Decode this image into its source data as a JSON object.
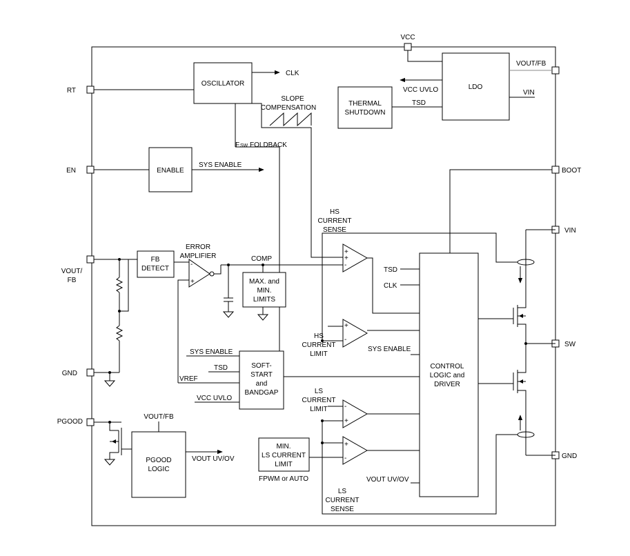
{
  "pins": {
    "vcc": "VCC",
    "rt": "RT",
    "en": "EN",
    "vout_fb": [
      "VOUT/",
      "FB"
    ],
    "gnd_left": "GND",
    "pgood": "PGOOD",
    "vout_fb_right": "VOUT/FB",
    "boot": "BOOT",
    "vin": "VIN",
    "sw": "SW",
    "gnd_right": "GND"
  },
  "blocks": {
    "oscillator": "OSCILLATOR",
    "ldo": "LDO",
    "thermal": [
      "THERMAL",
      "SHUTDOWN"
    ],
    "enable": "ENABLE",
    "fb_detect": [
      "FB",
      "DETECT"
    ],
    "limits": [
      "MAX. and",
      "MIN.",
      "LIMITS"
    ],
    "soft_start": [
      "SOFT-",
      "START",
      "and",
      "BANDGAP"
    ],
    "control": [
      "CONTROL",
      "LOGIC and",
      "DRIVER"
    ],
    "pgood_logic": [
      "PGOOD",
      "LOGIC"
    ],
    "min_ls": [
      "MIN.",
      "LS CURRENT",
      "LIMIT"
    ]
  },
  "labels": {
    "clk_out": "CLK",
    "slope": [
      "SLOPE",
      "COMPENSATION"
    ],
    "vcc_uvlo_ldo": "VCC UVLO",
    "tsd_ldo": "TSD",
    "vin_ldo": "VIN",
    "fsw_foldback_sub": "SW",
    "fsw_foldback": "FOLDBACK",
    "fsw_foldback_f": "F",
    "sys_enable_top": "SYS ENABLE",
    "hs_current_sense": [
      "HS",
      "CURRENT",
      "SENSE"
    ],
    "error_amp": [
      "ERROR",
      "AMPLIFIER"
    ],
    "comp": "COMP",
    "tsd_ctrl": "TSD",
    "clk_ctrl": "CLK",
    "hs_current_limit": [
      "HS",
      "CURRENT",
      "LIMIT"
    ],
    "sys_enable_ctrl": "SYS ENABLE",
    "sys_enable_ss": "SYS ENABLE",
    "tsd_ss": "TSD",
    "vref": "VREF",
    "vcc_uvlo_ss": "VCC UVLO",
    "ls_current_limit": [
      "LS",
      "CURRENT",
      "LIMIT"
    ],
    "vout_fb_pgood": "VOUT/FB",
    "vout_uvov_out": "VOUT UV/OV",
    "fpwm": "FPWM or AUTO",
    "vout_uvov_ctrl": "VOUT UV/OV",
    "ls_current_sense": [
      "LS",
      "CURRENT",
      "SENSE"
    ],
    "plus": "+",
    "minus": "-"
  }
}
